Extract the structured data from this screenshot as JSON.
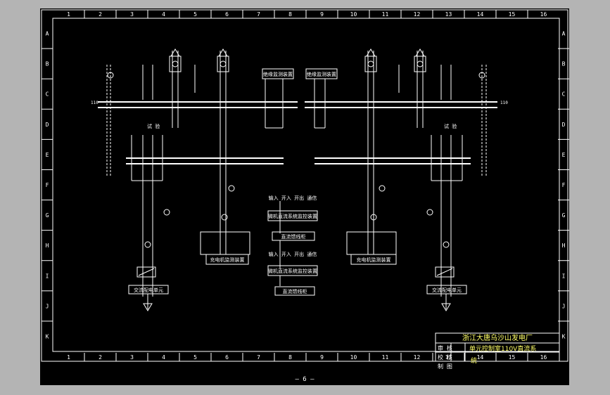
{
  "frame": {
    "columns": [
      "1",
      "2",
      "3",
      "4",
      "5",
      "6",
      "7",
      "8",
      "9",
      "10",
      "11",
      "12",
      "13",
      "14",
      "15",
      "16"
    ],
    "rows": [
      "A",
      "B",
      "C",
      "D",
      "E",
      "F",
      "G",
      "H",
      "I",
      "J",
      "K"
    ]
  },
  "title_block": {
    "company": "浙江大唐乌沙山发电厂",
    "row1_left": "审 核",
    "row2_left": "校 核",
    "row3_left": "制 图",
    "drawing_title": "单元控制室110V直流系",
    "drawing_title_cont": "统"
  },
  "page_number": "— 6 —",
  "labels": {
    "ups_left": "绝缘监测装置",
    "ups_right": "绝缘监测装置",
    "mon_left": "充电机监测装置",
    "mon_right": "充电机监测装置",
    "sys_mon_top": "微机直流系统监控装置",
    "sys_mon_bottom": "微机直流系统监控装置",
    "io_top": "输入 开入 开出 通信",
    "io_bottom": "输入 开入 开出 通信",
    "dc_panel_top": "直流馈线柜",
    "dc_panel_bottom": "直流馈线柜",
    "ac_left": "交流配电单元",
    "ac_right": "交流配电单元",
    "test_left": "试 验",
    "test_right": "试 验",
    "bus_110_left": "110",
    "bus_110_right": "110"
  }
}
